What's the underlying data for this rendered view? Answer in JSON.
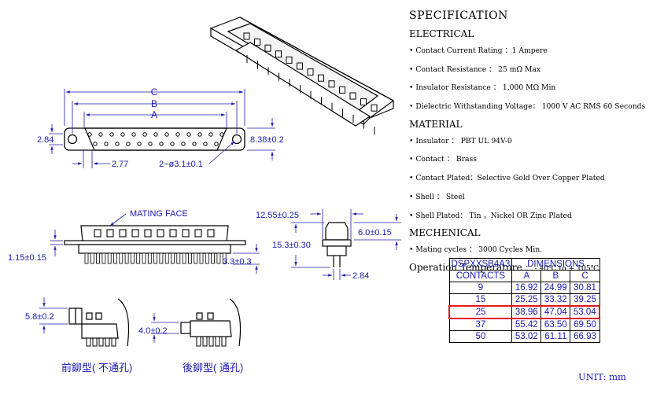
{
  "spec": {
    "title": "SPECIFICATION",
    "electrical_heading": "ELECTRICAL",
    "electrical": [
      "• Contact Current Rating ：1 Ampere",
      "• Contact Resistance ： 25 mΩ Max",
      "• Insulator Resistance ： 1,000 MΩ Min",
      "• Dielectric Withstanding Voltage： 1000 V AC RMS 60 Seconds"
    ],
    "material_heading": "MATERIAL",
    "material": [
      "• Insulator ： PBT UL 94V-0",
      "• Contact ： Brass",
      "• Contact Plated：Selective Gold Over Copper Plated",
      "• Shell ： Steel",
      "• Shell Plated： Tin ，Nickel OR Zinc Plated"
    ],
    "mechanical_heading": "MECHENICAL",
    "mechanical": [
      "• Mating cycles ： 3000 Cycles Min."
    ],
    "op_temp_label": "Operation Temperature",
    "op_temp_value": "： - 40℃ to + 105℃"
  },
  "table": {
    "part_no": "DSPXXSB4A3",
    "dimensions_header": "DIMENSIONS",
    "contacts_header": "CONTACTS",
    "cols": [
      "A",
      "B",
      "C"
    ],
    "rows": [
      [
        "9",
        "16.92",
        "24.99",
        "30.81"
      ],
      [
        "15",
        "25.25",
        "33.32",
        "39.25"
      ],
      [
        "25",
        "38.96",
        "47.04",
        "53.04"
      ],
      [
        "37",
        "55.42",
        "63.50",
        "69.50"
      ],
      [
        "50",
        "53.02",
        "61.11",
        "66.93"
      ]
    ],
    "highlight_row": 2
  },
  "labels": {
    "c": "C",
    "b": "B",
    "a": "A",
    "d284": "2.84",
    "d838": "8.38±0.2",
    "d277": "2.77",
    "dhole": "2−ø3.1±0.1",
    "mating_face": "MATING FACE",
    "d115": "1.15±0.15",
    "d33": "3.3±0.3",
    "d1255": "12.55±0.25",
    "d153": "15.3±0.30",
    "d60": "6.0±0.15",
    "d284b": "2.84",
    "d58": "5.8±0.2",
    "d40": "4.0±0.2",
    "front_type": "前鉚型( 不通孔)",
    "rear_type": "後鉚型( 通孔)"
  },
  "unit": "UNIT: mm",
  "colors": {
    "dim": "#1a1ab0",
    "highlight": "#e01818"
  }
}
